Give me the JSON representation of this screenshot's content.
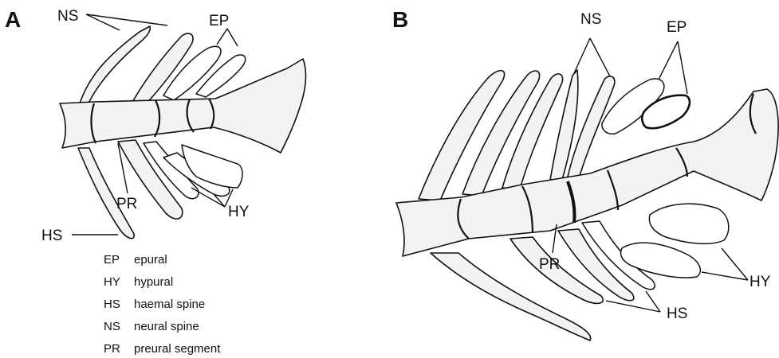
{
  "panels": {
    "a": {
      "letter": "A",
      "labels": {
        "ns": "NS",
        "ep": "EP",
        "pr": "PR",
        "hs": "HS",
        "hy": "HY"
      }
    },
    "b": {
      "letter": "B",
      "labels": {
        "ns": "NS",
        "ep": "EP",
        "pr": "PR",
        "hs": "HS",
        "hy": "HY"
      }
    }
  },
  "legend": [
    {
      "abbr": "EP",
      "term": "epural"
    },
    {
      "abbr": "HY",
      "term": "hypural"
    },
    {
      "abbr": "HS",
      "term": "haemal spine"
    },
    {
      "abbr": "NS",
      "term": "neural spine"
    },
    {
      "abbr": "PR",
      "term": "preural segment"
    }
  ]
}
